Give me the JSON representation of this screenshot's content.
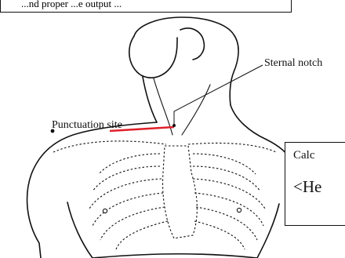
{
  "header_box": {
    "text": "...nd proper ...e output ..."
  },
  "labels": {
    "sternal_notch": "Sternal notch",
    "punctuation_site": "Punctuation site"
  },
  "calc_panel": {
    "title": "Calc",
    "formula": "<He"
  },
  "colors": {
    "line": "#111111",
    "puncture_line": "#e0202a",
    "background": "#ffffff"
  }
}
